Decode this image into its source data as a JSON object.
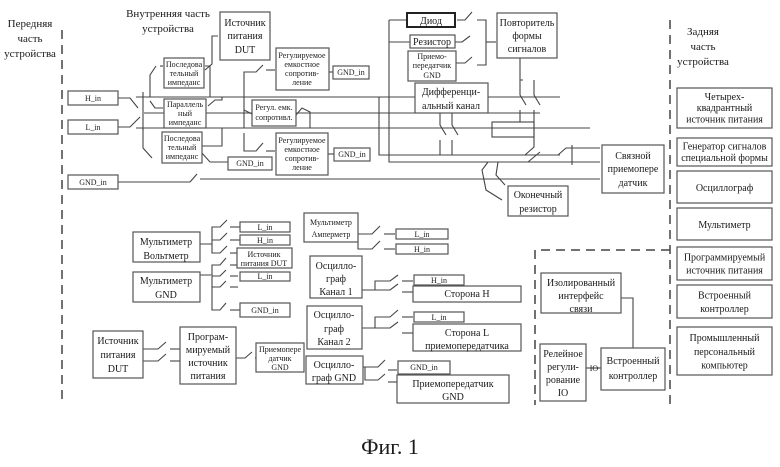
{
  "sections": {
    "front": [
      "Передняя",
      "часть",
      "устройства"
    ],
    "inner": [
      "Внутренняя часть",
      "устройства"
    ],
    "rear": [
      "Задняя",
      "часть",
      "устройства"
    ]
  },
  "inner_top": {
    "h_in": "H_in",
    "l_in": "L_in",
    "gnd_in": "GND_in",
    "dut_power": [
      "Источник",
      "питания",
      "DUT"
    ],
    "series_imp_1": [
      "Последова",
      "тельный",
      "импеданс"
    ],
    "parallel_imp": [
      "Параллель",
      "ный",
      "импеданс"
    ],
    "series_imp_2": [
      "Последова",
      "тельный",
      "импеданс"
    ],
    "adj_cap_1": [
      "Регулируемое",
      "емкостное",
      "сопротив-",
      "ление"
    ],
    "adj_cap_short": [
      "Регул. емк.",
      "сопротивл."
    ],
    "adj_cap_2": [
      "Регулируемое",
      "емкостное",
      "сопротив-",
      "ление"
    ],
    "gnd_in_1": "GND_in",
    "gnd_in_2": "GND_in",
    "gnd_in_3": "GND_in",
    "diode": "Диод",
    "resistor": "Резистор",
    "transceiver_gnd": [
      "Приемо-",
      "передатчик",
      "GND"
    ],
    "diff_channel": [
      "Дифференци-",
      "альный канал"
    ],
    "waveform_repeater": [
      "Повторитель",
      "формы",
      "сигналов"
    ],
    "comm_transceiver": [
      "Связной",
      "приемопере",
      "датчик"
    ],
    "terminal_resistor": [
      "Оконечный",
      "резистор"
    ]
  },
  "inner_bottom": {
    "multimeter_voltmeter": [
      "Мультиметр",
      "Вольтметр"
    ],
    "multimeter_gnd": [
      "Мультиметр",
      "GND"
    ],
    "multimeter_ammeter": [
      "Мультиметр",
      "Амперметр"
    ],
    "vm_targets": [
      "L_in",
      "H_in"
    ],
    "vm_dut": [
      "Источник",
      "питания DUT"
    ],
    "mg_targets": [
      "L_in",
      "GND_in"
    ],
    "am_targets": [
      "L_in",
      "H_in"
    ],
    "osc_ch1": [
      "Осцилло-",
      "граф",
      "Канал 1"
    ],
    "osc_ch2": [
      "Осцилло-",
      "граф",
      "Канал 2"
    ],
    "osc_gnd": [
      "Осцилло-",
      "граф GND"
    ],
    "ch1_h_in": "H_in",
    "ch1_side": [
      "Сторона H",
      "приемопередатчика"
    ],
    "ch2_l_in": "L_in",
    "ch2_side": [
      "Сторона L",
      "приемопередатчика"
    ],
    "og_gnd_in": "GND_in",
    "og_transceiver": [
      "Приемопередатчик",
      "GND"
    ],
    "dut_power": [
      "Источник",
      "питания",
      "DUT"
    ],
    "prog_power": [
      "Програм-",
      "мируемый",
      "источник",
      "питания"
    ],
    "transceiver_gnd": [
      "Приемопере",
      "датчик",
      "GND"
    ],
    "isolated_iface": [
      "Изолированный",
      "интерфейс",
      "связи"
    ],
    "relay_io": [
      "Релейное",
      "регули-",
      "рование",
      "IO"
    ],
    "io_link": "IO",
    "embedded_ctrl": [
      "Встроенный",
      "контроллер"
    ]
  },
  "rear_panel": [
    [
      "Четырех-",
      "квадрантный",
      "источник питания"
    ],
    [
      "Генератор сигналов",
      "специальной формы"
    ],
    [
      "Осциллограф"
    ],
    [
      "Мультиметр"
    ],
    [
      "Программируемый",
      "источник питания"
    ],
    [
      "Встроенный",
      "контроллер"
    ],
    [
      "Промышленный",
      "персональный",
      "компьютер"
    ]
  ],
  "caption": "Фиг. 1"
}
